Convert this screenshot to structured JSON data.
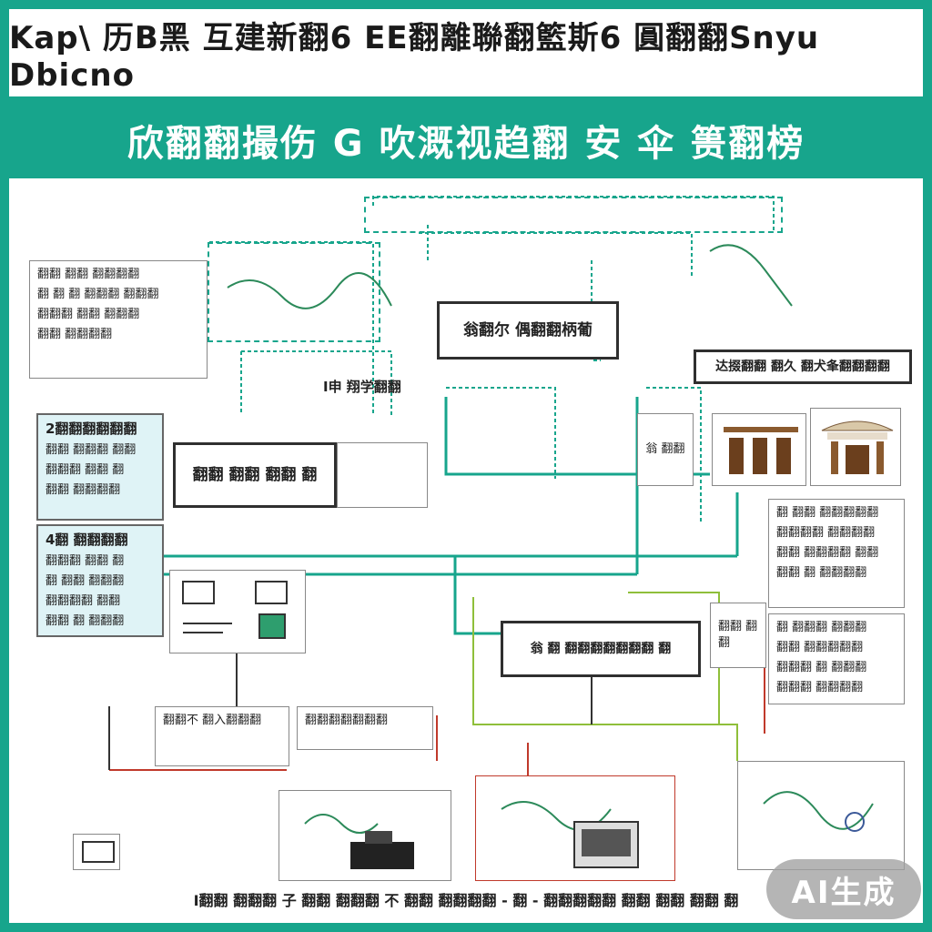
{
  "header": {
    "title": "Kap\\ 历B黑 互建新翻6 EE翻離聯翻籃斯6 圓翻翻Snyu Dbicno",
    "subtitle": "欣翻翻撮伤 G 吹溉视趋翻 安 伞 篑翻榜",
    "accent_color": "#17a58c"
  },
  "nodes": {
    "top_center": "翁翻尔 偶翻翻柄葡",
    "mid_label": "I申 翔学翻翻",
    "right_head": "达掇翻翻 翻久 翻犬夆翻翻翻翻",
    "left_top_lines": [
      "翻翻 翻翻 翻翻翻翻",
      "翻 翻 翻 翻翻翻 翻翻翻",
      "翻翻翻 翻翻 翻翻翻",
      "翻翻 翻翻翻翻"
    ],
    "left_light_1": [
      "2翻翻翻翻翻翻",
      "翻翻 翻翻翻 翻翻",
      "翻翻翻 翻翻 翻",
      "翻翻 翻翻翻翻"
    ],
    "left_light_2": [
      "4翻 翻翻翻翻",
      "翻翻翻 翻翻 翻",
      "翻 翻翻 翻翻翻",
      "翻翻翻翻 翻翻",
      "翻翻 翻 翻翻翻"
    ],
    "center_left": "翻翻 翻翻 翻翻 翻",
    "small_center": "翁 翻翻",
    "center_bottom": "翁 翻 翻翻翻翻翻翻翻 翻",
    "bottom_left_1": "翻翻不 翻入翻翻翻",
    "bottom_left_2": "翻翻翻翻翻翻翻",
    "right_lines_1": [
      "翻 翻翻 翻翻翻翻翻",
      "翻翻翻翻 翻翻翻翻",
      "翻翻 翻翻翻翻 翻翻",
      "翻翻 翻 翻翻翻翻"
    ],
    "right_lines_2": [
      "翻 翻翻翻 翻翻翻",
      "翻翻 翻翻翻翻翻",
      "翻翻翻 翻 翻翻翻",
      "翻翻翻 翻翻翻翻"
    ],
    "right_small": "翻翻 翻翻"
  },
  "footer": {
    "caption": "I翻翻 翻翻翻 子 翻翻 翻翻翻 不 翻翻 翻翻翻翻 - 翻 - 翻翻翻翻翻 翻翻 翻翻 翻翻 翻",
    "badge": "AI生成"
  }
}
